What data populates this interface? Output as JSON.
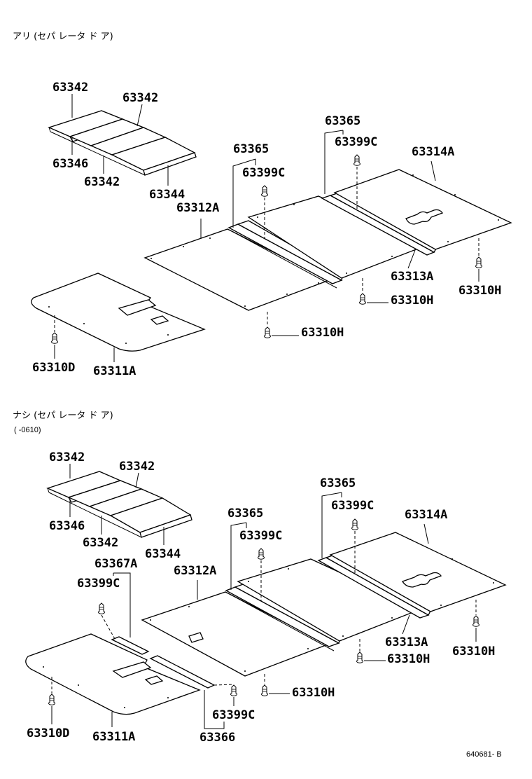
{
  "sections": [
    {
      "header": "アリ (セパ レータ ド ア)",
      "subheader": "",
      "labels": {
        "p63342_a": "63342",
        "p63342_b": "63342",
        "p63346": "63346",
        "p63342_c": "63342",
        "p63344": "63344",
        "p63365_a": "63365",
        "p63399c_a": "63399C",
        "p63312a": "63312A",
        "p63365_b": "63365",
        "p63399c_b": "63399C",
        "p63314a": "63314A",
        "p63313a": "63313A",
        "p63310h_a": "63310H",
        "p63310h_b": "63310H",
        "p63310h_c": "63310H",
        "p63310d": "63310D",
        "p63311a": "63311A"
      }
    },
    {
      "header": "ナシ (セパ レータ ド ア)",
      "subheader": "(         -0610)",
      "labels": {
        "p63342_a": "63342",
        "p63342_b": "63342",
        "p63346": "63346",
        "p63342_c": "63342",
        "p63344": "63344",
        "p63367a": "63367A",
        "p63399c_c": "63399C",
        "p63312a": "63312A",
        "p63365_a": "63365",
        "p63399c_a": "63399C",
        "p63365_b": "63365",
        "p63399c_b": "63399C",
        "p63314a": "63314A",
        "p63313a": "63313A",
        "p63310h_a": "63310H",
        "p63310h_b": "63310H",
        "p63310h_c": "63310H",
        "p63310d": "63310D",
        "p63311a": "63311A",
        "p63399c_d": "63399C",
        "p63366": "63366"
      }
    }
  ],
  "reference_code": "640681- B"
}
